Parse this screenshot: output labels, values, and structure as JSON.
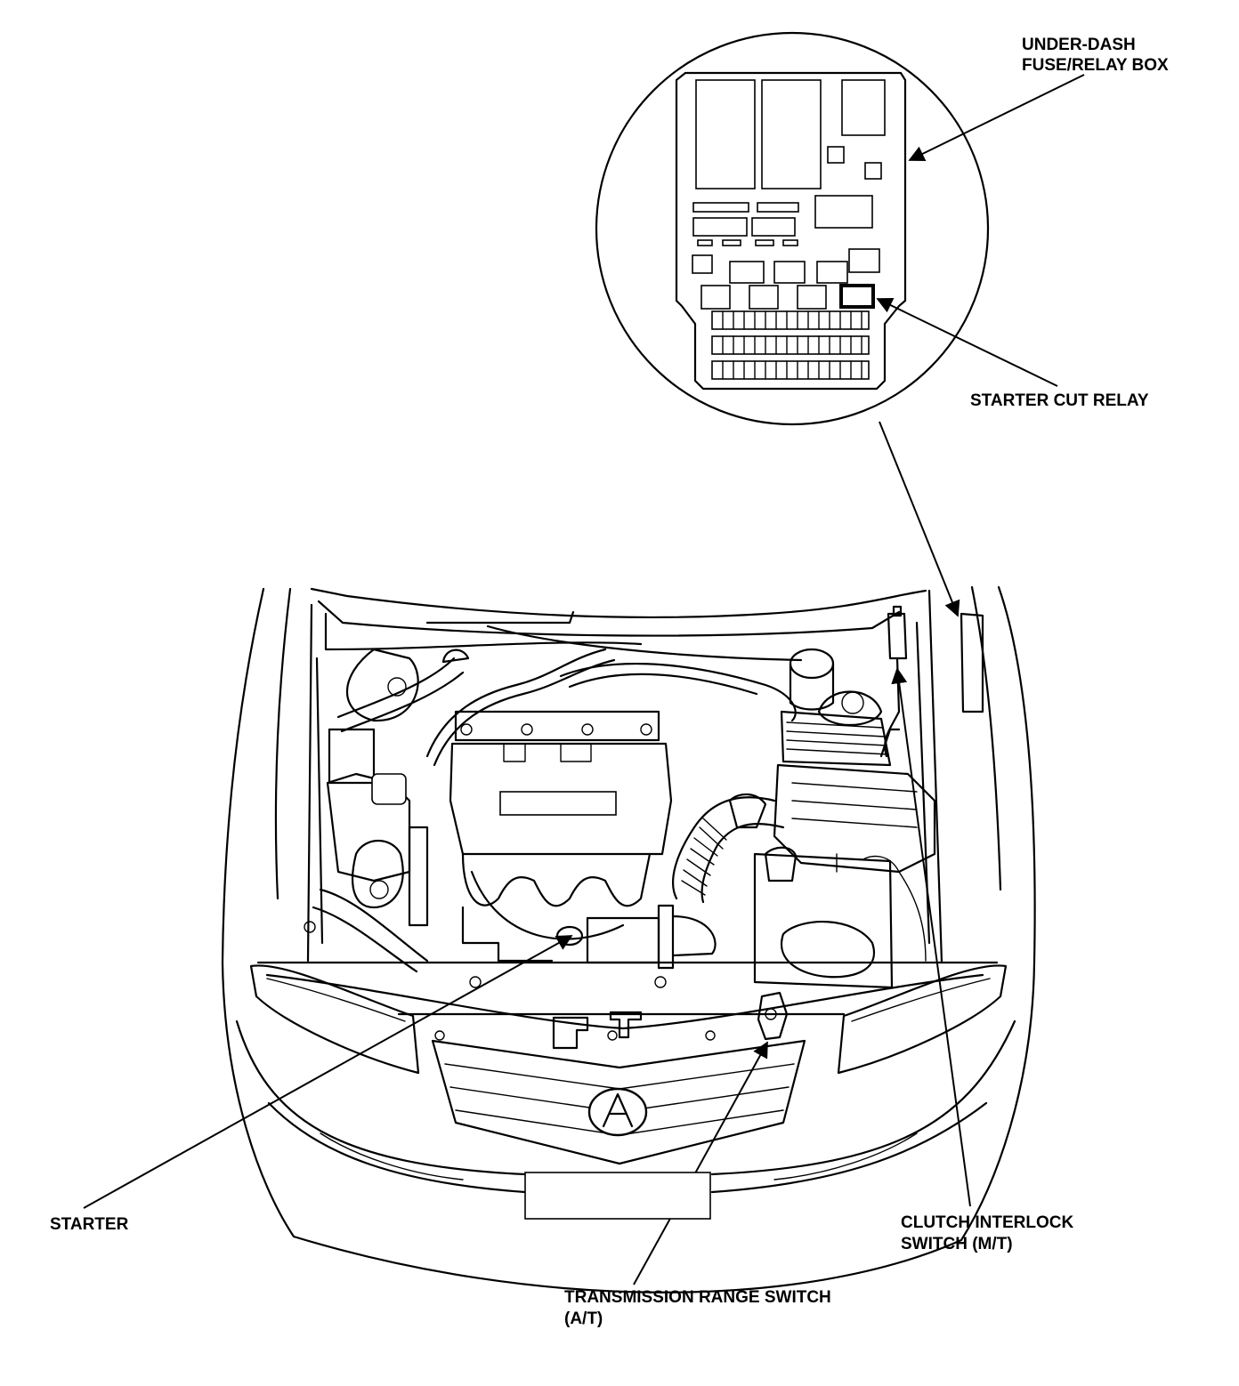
{
  "labels": {
    "fuse_box_line1": "UNDER-DASH",
    "fuse_box_line2": "FUSE/RELAY BOX",
    "starter_cut_relay": "STARTER CUT RELAY",
    "starter": "STARTER",
    "clutch_line1": "CLUTCH INTERLOCK",
    "clutch_line2": "SWITCH (M/T)",
    "trs_line1": "TRANSMISSION RANGE SWITCH",
    "trs_line2": "(A/T)"
  },
  "colors": {
    "ink": "#000000",
    "paper": "#ffffff"
  },
  "icons": [
    "arrow-icon",
    "acura-logo-icon"
  ]
}
